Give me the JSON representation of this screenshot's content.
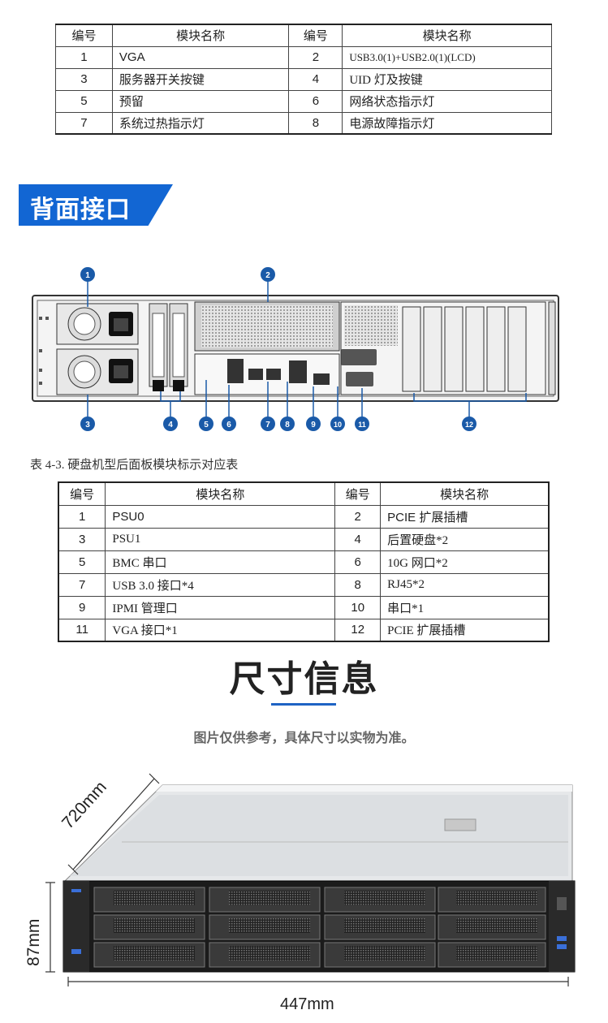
{
  "front_table": {
    "headers": [
      "编号",
      "模块名称",
      "编号",
      "模块名称"
    ],
    "rows": [
      [
        "1",
        "VGA",
        "2",
        "USB3.0(1)+USB2.0(1)(LCD)"
      ],
      [
        "3",
        "服务器开关按键",
        "4",
        "UID 灯及按键"
      ],
      [
        "5",
        "预留",
        "6",
        "网络状态指示灯"
      ],
      [
        "7",
        "系统过热指示灯",
        "8",
        "电源故障指示灯"
      ]
    ]
  },
  "section_banner": {
    "title": "背面接口"
  },
  "rear_diagram": {
    "callouts": [
      "1",
      "2",
      "3",
      "4",
      "5",
      "6",
      "7",
      "8",
      "9",
      "10",
      "11",
      "12"
    ]
  },
  "caption": "表 4-3. 硬盘机型后面板模块标示对应表",
  "rear_table": {
    "headers": [
      "编号",
      "模块名称",
      "编号",
      "模块名称"
    ],
    "rows": [
      [
        "1",
        "PSU0",
        "2",
        "PCIE 扩展插槽"
      ],
      [
        "3",
        "PSU1",
        "4",
        "后置硬盘*2"
      ],
      [
        "5",
        "BMC 串口",
        "6",
        "10G 网口*2"
      ],
      [
        "7",
        "USB 3.0 接口*4",
        "8",
        "RJ45*2"
      ],
      [
        "9",
        "IPMI 管理口",
        "10",
        "串口*1"
      ],
      [
        "11",
        "VGA 接口*1",
        "12",
        "PCIE 扩展插槽"
      ]
    ]
  },
  "dimensions": {
    "title": "尺寸信息",
    "note": "图片仅供参考，具体尺寸以实物为准。",
    "depth": "720mm",
    "height": "87mm",
    "width": "447mm"
  },
  "colors": {
    "accent": "#1266d3",
    "callout": "#1a5aa8",
    "text": "#222222"
  }
}
